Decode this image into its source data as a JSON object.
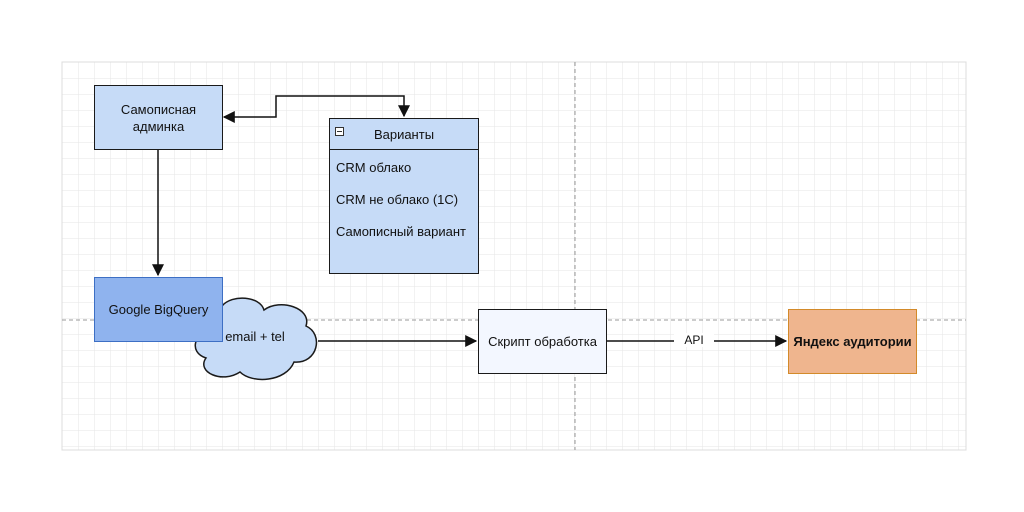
{
  "diagram": {
    "nodes": {
      "admin": "Самописная\nадминка",
      "bigquery": "Google BigQuery",
      "cloud": "email + tel",
      "script": "Скрипт обработка",
      "yandex": "Яндекс аудитории"
    },
    "variants": {
      "title": "Варианты",
      "items": [
        "CRM облако",
        "CRM не облако (1С)",
        "Самописный вариант"
      ]
    },
    "edge_labels": {
      "api": "API"
    },
    "colors": {
      "node_blue": "#c6dbf7",
      "node_bigquery": "#8fb3ee",
      "node_orange": "#efb58e",
      "node_light": "#f3f7ff",
      "grid": "#e3e3e3"
    }
  }
}
